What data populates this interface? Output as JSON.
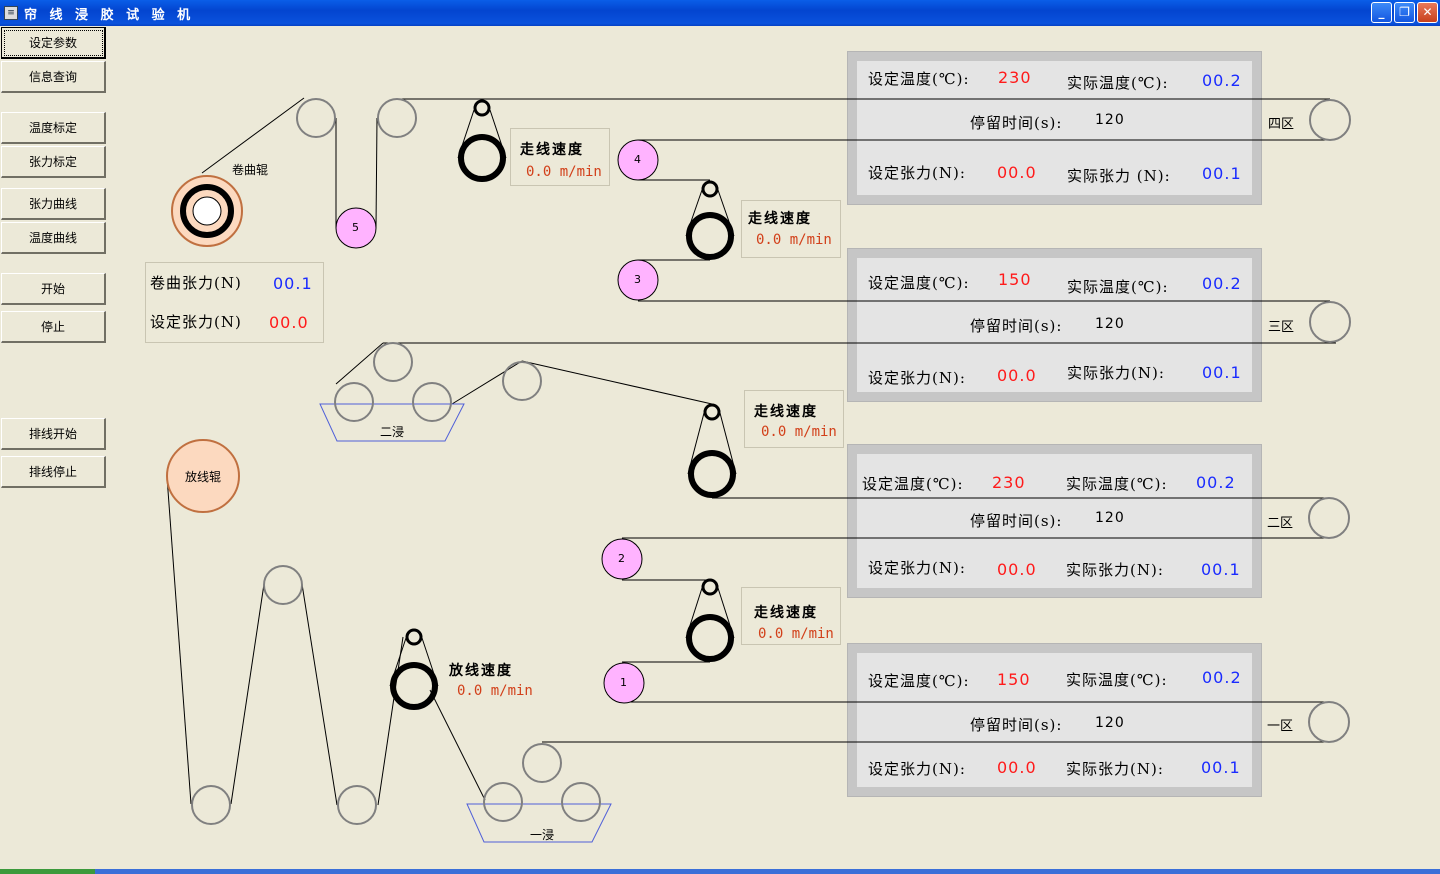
{
  "window": {
    "title": "帘 线 浸 胶 试 验 机",
    "app_icon": "app-icon",
    "minimize_icon": "minimize-icon",
    "restore_icon": "restore-icon",
    "close_icon": "close-icon"
  },
  "sidebar": {
    "set_params": "设定参数",
    "info_query": "信息查询",
    "temp_calib": "温度标定",
    "tension_calib": "张力标定",
    "tension_curve": "张力曲线",
    "temp_curve": "温度曲线",
    "start": "开始",
    "stop": "停止",
    "winding_start": "排线开始",
    "winding_stop": "排线停止"
  },
  "diagram": {
    "take_up_roll_label": "卷曲辊",
    "pay_off_roll_label": "放线辊",
    "dip_tank_2_label": "二浸",
    "dip_tank_1_label": "一浸",
    "roller_numbers": [
      "1",
      "2",
      "3",
      "4",
      "5"
    ],
    "take_up": {
      "winding_tension_label": "卷曲张力(N)",
      "winding_tension_value": "00.1",
      "set_tension_label": "设定张力(N)",
      "set_tension_value": "00.0"
    },
    "pay_off_speed": {
      "label": "放线速度",
      "value": "0.0 m/min"
    },
    "line_speeds": [
      {
        "label": "走线速度",
        "value": "0.0 m/min"
      },
      {
        "label": "走线速度",
        "value": "0.0 m/min"
      },
      {
        "label": "走线速度",
        "value": "0.0 m/min"
      },
      {
        "label": "走线速度",
        "value": "0.0 m/min"
      }
    ]
  },
  "zones": [
    {
      "zone": "四区",
      "set_temp_label": "设定温度(℃):",
      "set_temp": "230",
      "actual_temp_label": "实际温度(℃):",
      "actual_temp": "00.2",
      "dwell_label": "停留时间(s):",
      "dwell": "120",
      "set_tension_label": "设定张力(N):",
      "set_tension": "00.0",
      "actual_tension_label": "实际张力 (N):",
      "actual_tension": "00.1"
    },
    {
      "zone": "三区",
      "set_temp_label": "设定温度(℃):",
      "set_temp": "150",
      "actual_temp_label": "实际温度(℃):",
      "actual_temp": "00.2",
      "dwell_label": "停留时间(s):",
      "dwell": "120",
      "set_tension_label": "设定张力(N):",
      "set_tension": "00.0",
      "actual_tension_label": "实际张力(N):",
      "actual_tension": "00.1"
    },
    {
      "zone": "二区",
      "set_temp_label": "设定温度(℃):",
      "set_temp": "230",
      "actual_temp_label": "实际温度(℃):",
      "actual_temp": "00.2",
      "dwell_label": "停留时间(s):",
      "dwell": "120",
      "set_tension_label": "设定张力(N):",
      "set_tension": "00.0",
      "actual_tension_label": "实际张力(N):",
      "actual_tension": "00.1"
    },
    {
      "zone": "一区",
      "set_temp_label": "设定温度(℃):",
      "set_temp": "150",
      "actual_temp_label": "实际温度(℃):",
      "actual_temp": "00.2",
      "dwell_label": "停留时间(s):",
      "dwell": "120",
      "set_tension_label": "设定张力(N):",
      "set_tension": "00.0",
      "actual_tension_label": "实际张力(N):",
      "actual_tension": "00.1"
    }
  ],
  "colors": {
    "titlebar": "#0345d0",
    "background": "#ece9d8",
    "panel": "#c6c6c6",
    "panel_inner": "#e4e4e4",
    "set_value": "#ff1a1a",
    "actual_value": "#1a2bff",
    "speed_value": "#d2401a",
    "numbered_roller": "#ffb3ff",
    "big_roll": "#fcd9bf",
    "tank_outline": "#5060d8"
  }
}
